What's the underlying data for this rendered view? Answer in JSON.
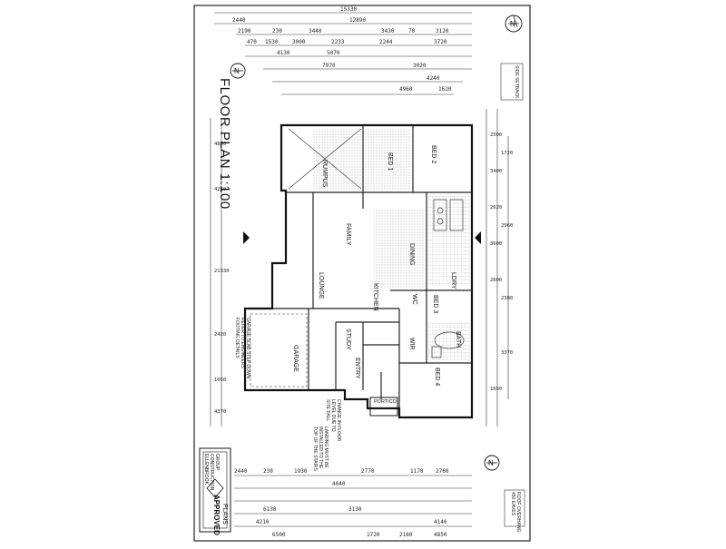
{
  "title": {
    "main": "FLOOR PLAN 1:100"
  },
  "rooms": {
    "rumpus": "RUMPUS",
    "bed1": "BED 1",
    "bed2": "BED 2",
    "bed3": "BED 3",
    "bed4": "BED 4",
    "family": "FAMILY",
    "dining": "DINING",
    "kitchen": "KITCHEN",
    "lounge": "LOUNGE",
    "garage": "GARAGE",
    "wir": "WIR",
    "portico": "PORTICO",
    "entry": "ENTRY",
    "study": "STUDY",
    "wc": "WC",
    "bath": "BATH",
    "ldry": "LDRY"
  },
  "dims_top": [
    "15330",
    "12890",
    "2440",
    "2190",
    "230",
    "3440",
    "3430",
    "70",
    "3120",
    "470",
    "1530",
    "3000",
    "2233",
    "2244",
    "3720",
    "4130",
    "5070",
    "3020",
    "7970",
    "4240",
    "1620",
    "4960"
  ],
  "dims_bottom": [
    "2440",
    "230",
    "1930",
    "2770",
    "1170",
    "2760",
    "4040",
    "6130",
    "3130",
    "4210",
    "1720",
    "4140",
    "6500",
    "2160",
    "4850"
  ],
  "dims_side_right": [
    "2500",
    "3400",
    "2620",
    "3600",
    "2600",
    "1720",
    "2960",
    "2380",
    "3370",
    "1650"
  ],
  "dims_side_left": [
    "4850",
    "4260",
    "21330",
    "2420",
    "1050",
    "4370"
  ],
  "stamp": {
    "badge": "APPROVED",
    "badge2": "PLANS",
    "line1": "ELLENBROOK",
    "line2": "CONSTRUCTION",
    "line3": "GROUP"
  },
  "notes": {
    "garage_note": "GARAGE SLAB STEP DOWN\nREFER TO ENGINEERS\nFOOTING DETAILS",
    "portico_note": "CHANGE IN FLOOR\nLEVEL DUE TO\nSITE FALL",
    "landing_note": "LANDING MUST BE\nINSTALLED TO THE\nTOP OF THE STAIRS",
    "setback_note": "SIDE SETBACK",
    "side_note_right": "ROOF OVERHANG\n450 EAVES",
    "north_label": "N"
  }
}
